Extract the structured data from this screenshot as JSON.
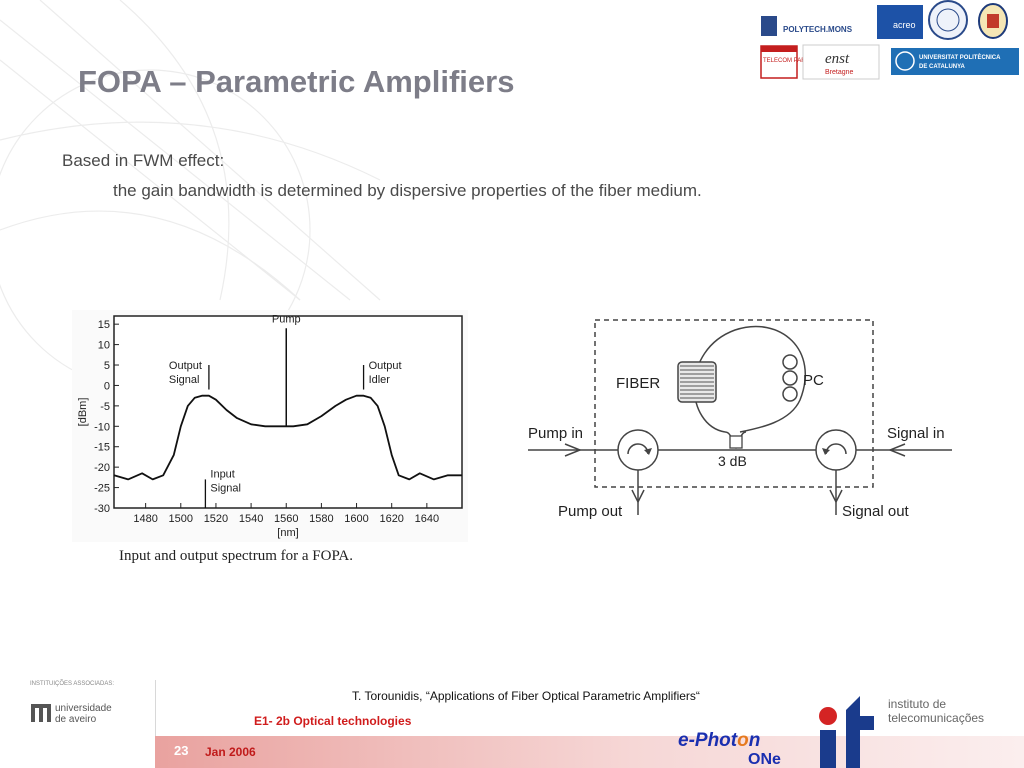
{
  "slide": {
    "title": "FOPA – Parametric Amplifiers",
    "body_line1": "Based in FWM effect:",
    "body_line2": "the gain bandwidth is determined by dispersive properties of the fiber medium.",
    "caption": "Input and output spectrum for a FOPA."
  },
  "logos": {
    "polytech": "POLYTECH.MONS",
    "acreo": "acreo",
    "enst": "enst",
    "enst_sub": "Bretagne",
    "telecom": "TELECOM PARIS",
    "upc_line1": "UNIVERSITAT POLITÈCNICA",
    "upc_line2": "DE CATALUNYA"
  },
  "chart_data": {
    "type": "line",
    "ylabel": "[dBm]",
    "xlabel": "[nm]",
    "xlim": [
      1462,
      1660
    ],
    "ylim": [
      -30,
      17
    ],
    "x_ticks": [
      1480,
      1500,
      1520,
      1540,
      1560,
      1580,
      1600,
      1620,
      1640
    ],
    "y_ticks": [
      15,
      10,
      5,
      0,
      -5,
      -10,
      -15,
      -20,
      -25,
      -30
    ],
    "series": [
      {
        "x": [
          1462,
          1470,
          1478,
          1484,
          1490,
          1496,
          1500,
          1504,
          1508,
          1512,
          1516,
          1520,
          1526,
          1532,
          1540,
          1548,
          1556,
          1560,
          1564,
          1572,
          1580,
          1588,
          1594,
          1600,
          1604,
          1608,
          1612,
          1616,
          1620,
          1624,
          1630,
          1636,
          1644,
          1652,
          1660
        ],
        "values": [
          -22,
          -23,
          -21.5,
          -23,
          -22,
          -17,
          -10,
          -5,
          -3,
          -2.5,
          -2.5,
          -3.5,
          -6,
          -8,
          -9.5,
          -10,
          -10,
          -10,
          -10,
          -9.5,
          -7.5,
          -5,
          -3.5,
          -2.5,
          -2.5,
          -3,
          -5,
          -10,
          -17,
          -22,
          -23,
          -21.5,
          -23,
          -22,
          -22
        ]
      }
    ],
    "pump": {
      "x": 1560,
      "peak": 14,
      "label": "Pump"
    },
    "annotations": [
      {
        "label_line1": "Output",
        "label_line2": "Signal",
        "x": 1516
      },
      {
        "label_line1": "Output",
        "label_line2": "Idler",
        "x": 1604
      },
      {
        "label_line1": "Input",
        "label_line2": "Signal",
        "x": 1514
      }
    ]
  },
  "diagram": {
    "fiber": "FIBER",
    "pc": "PC",
    "pump_in": "Pump in",
    "signal_in": "Signal in",
    "coupler": "3 dB",
    "pump_out": "Pump out",
    "signal_out": "Signal out"
  },
  "footer": {
    "associated": "INSTITUIÇÕES ASSOCIADAS:",
    "ua_line1": "universidade",
    "ua_line2": "de aveiro",
    "reference": "T. Torounidis, “Applications of Fiber Optical Parametric Amplifiers“",
    "course": "E1- 2b Optical technologies",
    "page": "23",
    "date": "Jan 2006",
    "ephoton1": "e-Phot",
    "ephoton_o": "o",
    "ephoton_n": "n",
    "ephoton2": "ONe",
    "it_line1": "instituto de",
    "it_line2": "telecomunicações"
  },
  "colors": {
    "title": "#7d7d88",
    "course": "#d01c1c",
    "band": "#e9a29f",
    "ephoton_blue": "#1a2fb0"
  }
}
